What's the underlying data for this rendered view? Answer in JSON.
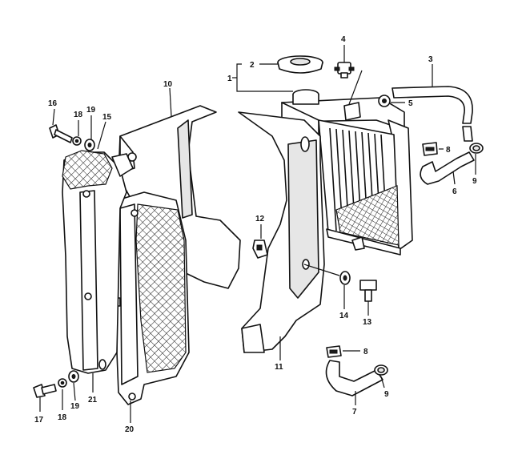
{
  "callouts": {
    "c1": "1",
    "c2": "2",
    "c3": "3",
    "c4": "4",
    "c5": "5",
    "c6a": "6",
    "c7": "7",
    "c8a": "8",
    "c8b": "8",
    "c9a": "9",
    "c9b": "9",
    "c10": "10",
    "c11": "11",
    "c12": "12",
    "c13": "13",
    "c14": "14",
    "c15": "15",
    "c16": "16",
    "c17": "17",
    "c18a": "18",
    "c18b": "18",
    "c19a": "19",
    "c19b": "19",
    "c20": "20",
    "c21": "21"
  },
  "colors": {
    "ink": "#111111",
    "paper": "#ffffff"
  }
}
